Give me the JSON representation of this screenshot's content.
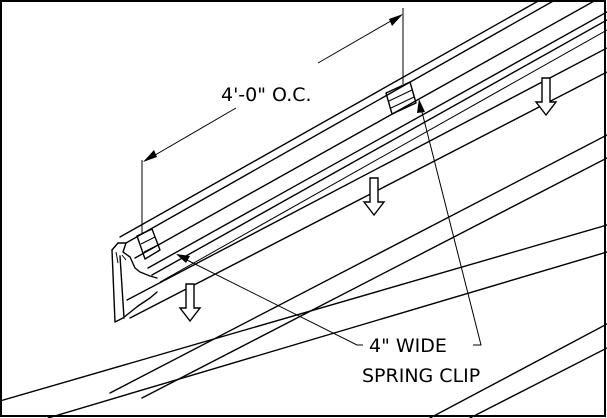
{
  "labels": {
    "spacing": "4'-0\" O.C.",
    "clip_line1": "4\" WIDE",
    "clip_line2": "SPRING CLIP"
  }
}
